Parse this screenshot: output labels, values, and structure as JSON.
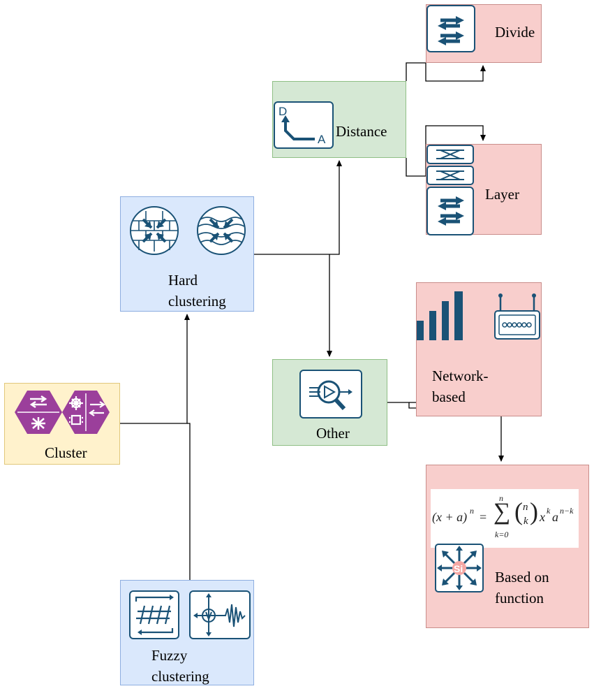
{
  "nodes": {
    "cluster": {
      "label": "Cluster",
      "icon": "purple-hexagon-cluster-icon",
      "color": "#fff2cc"
    },
    "hard": {
      "line1": "Hard",
      "line2": "clustering",
      "icon": "circular-filter-icons",
      "color": "#dae8fc"
    },
    "fuzzy": {
      "line1": "Fuzzy",
      "line2": "clustering",
      "icon": "signal-processing-icons",
      "color": "#dae8fc"
    },
    "distance": {
      "label": "Distance",
      "icon": "digital-to-analog-icon",
      "icon_text_d": "D",
      "icon_text_a": "A",
      "color": "#d5e8d4"
    },
    "other": {
      "label": "Other",
      "icon": "analysis-magnifier-icon",
      "color": "#d5e8d4"
    },
    "divide": {
      "label": "Divide",
      "icon": "switch-arrows-icon",
      "color": "#f8cecc"
    },
    "layer": {
      "label": "Layer",
      "icon": "layer-switch-stack-icon",
      "color": "#f8cecc"
    },
    "network": {
      "line1": "Network-",
      "line2": "based",
      "icon": "signal-bars-and-router-icon",
      "color": "#f8cecc"
    },
    "function": {
      "line1": "Based on",
      "line2": "function",
      "icon": "multilayer-switch-si-icon",
      "color": "#f8cecc",
      "formula": {
        "lhs": "(x + a)",
        "lhs_exp": "n",
        "eq": "=",
        "sum_top": "n",
        "sum_bottom": "k=0",
        "binom_top": "n",
        "binom_bottom": "k",
        "term_x": "x",
        "term_x_exp": "k",
        "term_a": "a",
        "term_a_exp": "n−k"
      }
    }
  }
}
